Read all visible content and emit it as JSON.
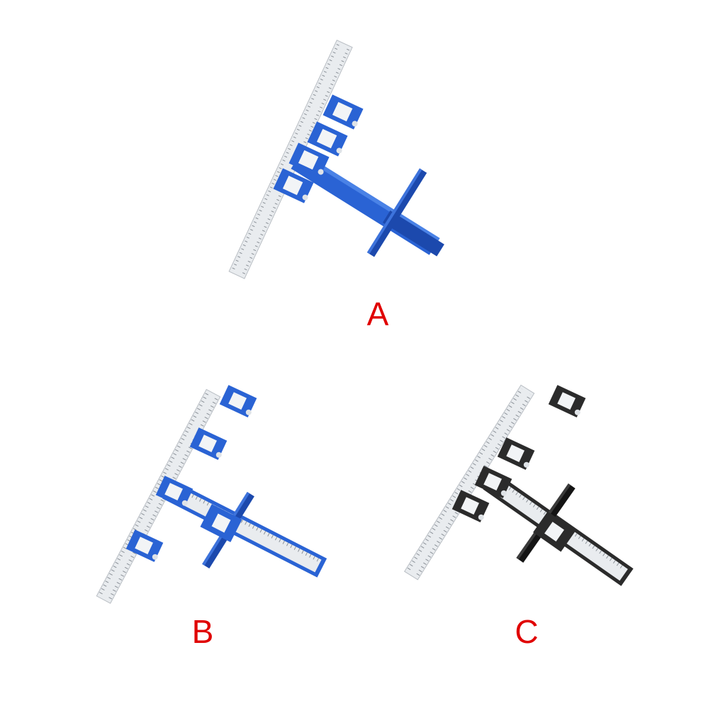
{
  "labels": {
    "a": "A",
    "b": "B",
    "c": "C"
  },
  "colors": {
    "label": "#e00000",
    "blue": "#2a63d4",
    "blue_dark": "#1c49ad",
    "black": "#2b2b2b",
    "black_dark": "#141414",
    "ruler": "#e9ecef",
    "ruler_edge": "#b9bec4",
    "tick": "#8a9097"
  },
  "icons": [
    "drill-guide-jig-blue",
    "drill-guide-jig-blue-long",
    "drill-guide-jig-black"
  ]
}
